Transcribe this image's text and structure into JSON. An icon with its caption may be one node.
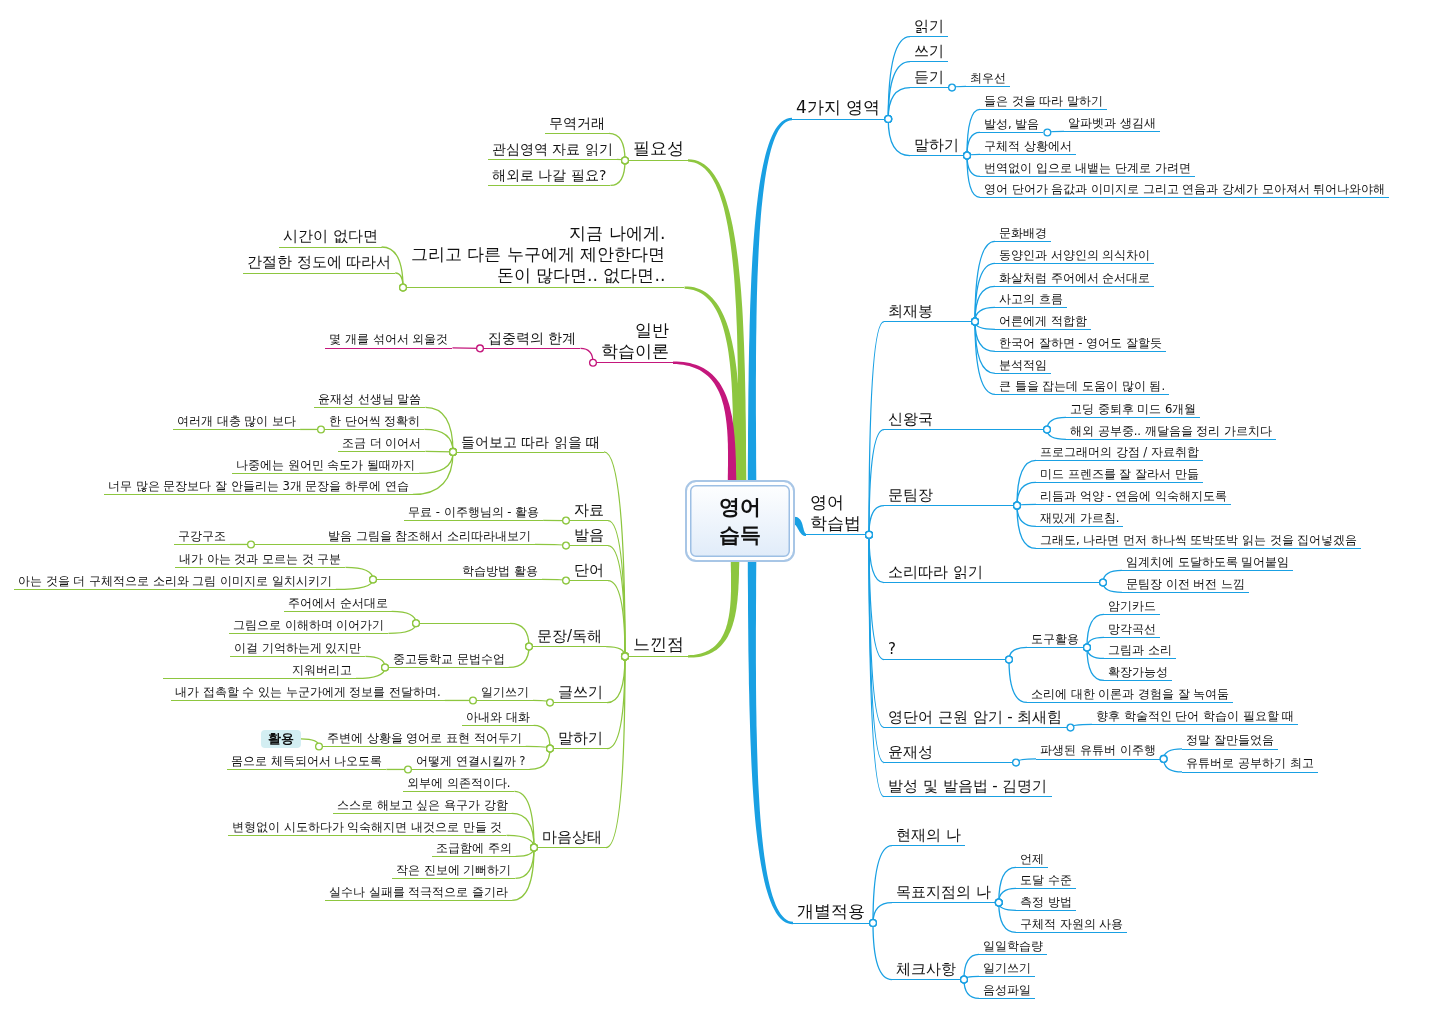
{
  "diagram": {
    "nodes": [
      {
        "text": [
          "영어 습득"
        ]
      },
      {
        "text": [
          "4가지 영역"
        ]
      },
      {
        "text": [
          "읽기"
        ]
      },
      {
        "text": [
          "쓰기"
        ]
      },
      {
        "text": [
          "듣기"
        ]
      },
      {
        "text": [
          "최우선"
        ]
      },
      {
        "text": [
          "말하기"
        ]
      },
      {
        "text": [
          "들은 것을 따라 말하기"
        ]
      },
      {
        "text": [
          "발성, 발음"
        ]
      },
      {
        "text": [
          "알파벳과 생김새"
        ]
      },
      {
        "text": [
          "구체적 상황에서"
        ]
      },
      {
        "text": [
          "번역없이 입으로 내뱉는 단계로 가려면"
        ]
      },
      {
        "text": [
          "영어 단어가 음값과 이미지로 그리고 연음과 강세가 모아져서 튀어나와야해"
        ]
      },
      {
        "text": [
          "영어 학습법"
        ]
      },
      {
        "text": [
          "최재봉"
        ]
      },
      {
        "text": [
          "문화배경"
        ]
      },
      {
        "text": [
          "동양인과 서양인의 의식차이"
        ]
      },
      {
        "text": [
          "화살처럼 주어에서 순서대로"
        ]
      },
      {
        "text": [
          "사고의 흐름"
        ]
      },
      {
        "text": [
          "어른에게 적합함"
        ]
      },
      {
        "text": [
          "한국어 잘하면 - 영어도 잘할듯"
        ]
      },
      {
        "text": [
          "분석적임"
        ]
      },
      {
        "text": [
          "큰 틀을 잡는데 도움이 많이 됨."
        ]
      },
      {
        "text": [
          "신왕국"
        ]
      },
      {
        "text": [
          "고딩 중퇴후 미드 6개월"
        ]
      },
      {
        "text": [
          "해외 공부중.. 깨달음을 정리 가르치다"
        ]
      },
      {
        "text": [
          "문팀장"
        ]
      },
      {
        "text": [
          "프로그래머의 강점 / 자료취합"
        ]
      },
      {
        "text": [
          "미드 프렌즈를 잘 잘라서 만듦"
        ]
      },
      {
        "text": [
          "리듬과 억양 - 연음에 익숙해지도록"
        ]
      },
      {
        "text": [
          "재밌게 가르침."
        ]
      },
      {
        "text": [
          "그래도, 나라면 먼저 하나씩 또박또박 읽는 것을 집어넣겠음"
        ]
      },
      {
        "text": [
          "소리따라 읽기"
        ]
      },
      {
        "text": [
          "임계치에 도달하도록 밀어붙임"
        ]
      },
      {
        "text": [
          "문팀장 이전 버전 느낌"
        ]
      },
      {
        "text": [
          "?"
        ]
      },
      {
        "text": [
          "도구활용"
        ]
      },
      {
        "text": [
          "암기카드"
        ]
      },
      {
        "text": [
          "망각곡선"
        ]
      },
      {
        "text": [
          "그림과 소리"
        ]
      },
      {
        "text": [
          "확장가능성"
        ]
      },
      {
        "text": [
          "소리에 대한 이론과 경험을 잘 녹여둠"
        ]
      },
      {
        "text": [
          "영단어 근원 암기 - 최새힘"
        ]
      },
      {
        "text": [
          "향후 학술적인 단어 학습이 필요할 때"
        ]
      },
      {
        "text": [
          "윤재성"
        ]
      },
      {
        "text": [
          "파생된 유튜버 이주행"
        ]
      },
      {
        "text": [
          "정말 잘만들었음"
        ]
      },
      {
        "text": [
          "유튜버로 공부하기 최고"
        ]
      },
      {
        "text": [
          "발성 및 발음법 - 김명기"
        ]
      },
      {
        "text": [
          "개별적용"
        ]
      },
      {
        "text": [
          "현재의 나"
        ]
      },
      {
        "text": [
          "목표지점의 나"
        ]
      },
      {
        "text": [
          "언제"
        ]
      },
      {
        "text": [
          "도달 수준"
        ]
      },
      {
        "text": [
          "측정 방법"
        ]
      },
      {
        "text": [
          "구체적 자원의 사용"
        ]
      },
      {
        "text": [
          "체크사항"
        ]
      },
      {
        "text": [
          "일일학습량"
        ]
      },
      {
        "text": [
          "일기쓰기"
        ]
      },
      {
        "text": [
          "음성파일"
        ]
      },
      {
        "text": [
          "필요성"
        ]
      },
      {
        "text": [
          "무역거래"
        ]
      },
      {
        "text": [
          "관심영역 자료 읽기"
        ]
      },
      {
        "text": [
          "해외로 나갈 필요?"
        ]
      },
      {
        "text": [
          "지금 나에게. 그리고 다른 누구에게 제안한다면 돈이 많다면.. 없다면.."
        ]
      },
      {
        "text": [
          "시간이 없다면"
        ]
      },
      {
        "text": [
          "간절한 정도에 따라서"
        ]
      },
      {
        "text": [
          "일반 학습이론"
        ]
      },
      {
        "text": [
          "집중력의 한계"
        ]
      },
      {
        "text": [
          "몇 개를 섞어서 외울것"
        ]
      },
      {
        "text": [
          "느낀점"
        ]
      },
      {
        "text": [
          "들어보고 따라 읽을 때"
        ]
      },
      {
        "text": [
          "윤재성 선생님 말씀"
        ]
      },
      {
        "text": [
          "한 단어씩 정확히"
        ]
      },
      {
        "text": [
          "여러개 대충 많이 보다"
        ]
      },
      {
        "text": [
          "조금 더 이어서"
        ]
      },
      {
        "text": [
          "나중에는 원어민 속도가 될때까지"
        ]
      },
      {
        "text": [
          "너무 많은 문장보다 잘 안들리는 3개 문장을 하루에 연습"
        ]
      },
      {
        "text": [
          "자료"
        ]
      },
      {
        "text": [
          "무료 - 이주행님의 - 활용"
        ]
      },
      {
        "text": [
          "발음"
        ]
      },
      {
        "text": [
          "발음 그림을 참조해서 소리따라내보기"
        ]
      },
      {
        "text": [
          "구강구조"
        ]
      },
      {
        "text": [
          "단어"
        ]
      },
      {
        "text": [
          "학습방법 활용"
        ]
      },
      {
        "text": [
          "내가 아는 것과 모르는 것 구분"
        ]
      },
      {
        "text": [
          "아는 것을 더 구체적으로 소리와 그림 이미지로 일치시키기"
        ]
      },
      {
        "text": [
          "문장/독해"
        ]
      },
      {
        "text": [],
        "shape": "line"
      },
      {
        "text": [
          "주어에서 순서대로"
        ]
      },
      {
        "text": [
          "그림으로 이해하며 이어가기"
        ]
      },
      {
        "text": [
          "중고등학교 문법수업"
        ]
      },
      {
        "text": [
          "이걸 기억하는게 있지만"
        ]
      },
      {
        "text": [
          "지워버리고"
        ]
      },
      {
        "text": [
          "글쓰기"
        ]
      },
      {
        "text": [
          "일기쓰기"
        ]
      },
      {
        "text": [
          "내가 접촉할 수 있는 누군가에게 정보를 전달하며."
        ]
      },
      {
        "text": [
          "말하기"
        ]
      },
      {
        "text": [
          "아내와 대화"
        ]
      },
      {
        "text": [
          "주변에 상황을 영어로 표현 적어두기"
        ]
      },
      {
        "text": [
          "활용"
        ]
      },
      {
        "text": [
          "어떻게 연결시킬까 ?"
        ]
      },
      {
        "text": [
          "몸으로 체득되어서 나오도록"
        ]
      },
      {
        "text": [
          "마음상태"
        ]
      },
      {
        "text": [
          "외부에 의존적이다."
        ]
      },
      {
        "text": [
          "스스로 해보고 싶은 욕구가 강함"
        ]
      },
      {
        "text": [
          "변형없이 시도하다가 익숙해지면 내것으로 만들 것"
        ]
      },
      {
        "text": [
          "조급함에 주의"
        ]
      },
      {
        "text": [
          "작은 진보에 기뻐하기"
        ]
      },
      {
        "text": [
          "실수나 실패를 적극적으로 즐기라"
        ]
      }
    ],
    "edges": [
      {
        "from": 0,
        "to": 1,
        "arrow": "none",
        "style": "thick"
      },
      {
        "from": 1,
        "to": 2,
        "arrow": "other"
      },
      {
        "from": 1,
        "to": 3,
        "arrow": "other"
      },
      {
        "from": 1,
        "to": 4,
        "arrow": "other"
      },
      {
        "from": 4,
        "to": 5,
        "arrow": "other"
      },
      {
        "from": 1,
        "to": 6,
        "arrow": "other"
      },
      {
        "from": 6,
        "to": 7,
        "arrow": "other"
      },
      {
        "from": 6,
        "to": 8,
        "arrow": "other"
      },
      {
        "from": 8,
        "to": 9,
        "arrow": "other"
      },
      {
        "from": 6,
        "to": 10,
        "arrow": "other"
      },
      {
        "from": 6,
        "to": 11,
        "arrow": "other"
      },
      {
        "from": 6,
        "to": 12,
        "arrow": "other"
      },
      {
        "from": 0,
        "to": 13,
        "arrow": "none",
        "style": "thick"
      },
      {
        "from": 13,
        "to": 14,
        "arrow": "other"
      },
      {
        "from": 14,
        "to": 15,
        "arrow": "other"
      },
      {
        "from": 14,
        "to": 16,
        "arrow": "other"
      },
      {
        "from": 14,
        "to": 17,
        "arrow": "other"
      },
      {
        "from": 14,
        "to": 18,
        "arrow": "other"
      },
      {
        "from": 14,
        "to": 19,
        "arrow": "other"
      },
      {
        "from": 14,
        "to": 20,
        "arrow": "other"
      },
      {
        "from": 14,
        "to": 21,
        "arrow": "other"
      },
      {
        "from": 14,
        "to": 22,
        "arrow": "other"
      },
      {
        "from": 13,
        "to": 23,
        "arrow": "other"
      },
      {
        "from": 23,
        "to": 24,
        "arrow": "other"
      },
      {
        "from": 23,
        "to": 25,
        "arrow": "other"
      },
      {
        "from": 13,
        "to": 26,
        "arrow": "other"
      },
      {
        "from": 26,
        "to": 27,
        "arrow": "other"
      },
      {
        "from": 26,
        "to": 28,
        "arrow": "other"
      },
      {
        "from": 26,
        "to": 29,
        "arrow": "other"
      },
      {
        "from": 26,
        "to": 30,
        "arrow": "other"
      },
      {
        "from": 26,
        "to": 31,
        "arrow": "other"
      },
      {
        "from": 13,
        "to": 32,
        "arrow": "other"
      },
      {
        "from": 32,
        "to": 33,
        "arrow": "other"
      },
      {
        "from": 32,
        "to": 34,
        "arrow": "other"
      },
      {
        "from": 13,
        "to": 35,
        "arrow": "other"
      },
      {
        "from": 35,
        "to": 36,
        "arrow": "other"
      },
      {
        "from": 36,
        "to": 37,
        "arrow": "other"
      },
      {
        "from": 36,
        "to": 38,
        "arrow": "other"
      },
      {
        "from": 36,
        "to": 39,
        "arrow": "other"
      },
      {
        "from": 36,
        "to": 40,
        "arrow": "other"
      },
      {
        "from": 35,
        "to": 41,
        "arrow": "other"
      },
      {
        "from": 13,
        "to": 42,
        "arrow": "other"
      },
      {
        "from": 42,
        "to": 43,
        "arrow": "other"
      },
      {
        "from": 13,
        "to": 44,
        "arrow": "other"
      },
      {
        "from": 44,
        "to": 45,
        "arrow": "other"
      },
      {
        "from": 45,
        "to": 46,
        "arrow": "other"
      },
      {
        "from": 45,
        "to": 47,
        "arrow": "other"
      },
      {
        "from": 13,
        "to": 48,
        "arrow": "other"
      },
      {
        "from": 0,
        "to": 49,
        "arrow": "none",
        "style": "thick"
      },
      {
        "from": 49,
        "to": 50,
        "arrow": "other"
      },
      {
        "from": 49,
        "to": 51,
        "arrow": "other"
      },
      {
        "from": 51,
        "to": 52,
        "arrow": "other"
      },
      {
        "from": 51,
        "to": 53,
        "arrow": "other"
      },
      {
        "from": 51,
        "to": 54,
        "arrow": "other"
      },
      {
        "from": 51,
        "to": 55,
        "arrow": "other"
      },
      {
        "from": 49,
        "to": 56,
        "arrow": "other"
      },
      {
        "from": 56,
        "to": 57,
        "arrow": "other"
      },
      {
        "from": 56,
        "to": 58,
        "arrow": "other"
      },
      {
        "from": 56,
        "to": 59,
        "arrow": "other"
      },
      {
        "from": 0,
        "to": 60,
        "arrow": "none",
        "style": "thick",
        "color": "#8dc63f"
      },
      {
        "from": 60,
        "to": 61,
        "arrow": "other",
        "color": "#8dc63f"
      },
      {
        "from": 60,
        "to": 62,
        "arrow": "other",
        "color": "#8dc63f"
      },
      {
        "from": 60,
        "to": 63,
        "arrow": "other",
        "color": "#8dc63f"
      },
      {
        "from": 0,
        "to": 64,
        "arrow": "none",
        "style": "thick",
        "color": "#8dc63f"
      },
      {
        "from": 64,
        "to": 65,
        "arrow": "other",
        "color": "#8dc63f"
      },
      {
        "from": 64,
        "to": 66,
        "arrow": "other",
        "color": "#8dc63f"
      },
      {
        "from": 0,
        "to": 67,
        "arrow": "none",
        "style": "thick",
        "color": "#c4177c"
      },
      {
        "from": 67,
        "to": 68,
        "arrow": "other",
        "color": "#c4177c"
      },
      {
        "from": 68,
        "to": 69,
        "arrow": "other",
        "color": "#c4177c"
      },
      {
        "from": 0,
        "to": 70,
        "arrow": "none",
        "style": "thick",
        "color": "#8dc63f"
      },
      {
        "from": 70,
        "to": 71,
        "arrow": "other",
        "color": "#8dc63f"
      },
      {
        "from": 71,
        "to": 72,
        "arrow": "other",
        "color": "#8dc63f"
      },
      {
        "from": 71,
        "to": 73,
        "arrow": "other",
        "color": "#8dc63f"
      },
      {
        "from": 73,
        "to": 74,
        "arrow": "other",
        "color": "#8dc63f"
      },
      {
        "from": 71,
        "to": 75,
        "arrow": "other",
        "color": "#8dc63f"
      },
      {
        "from": 71,
        "to": 76,
        "arrow": "other",
        "color": "#8dc63f"
      },
      {
        "from": 71,
        "to": 77,
        "arrow": "other",
        "color": "#8dc63f"
      },
      {
        "from": 70,
        "to": 78,
        "arrow": "other",
        "color": "#8dc63f"
      },
      {
        "from": 78,
        "to": 79,
        "arrow": "other",
        "color": "#8dc63f"
      },
      {
        "from": 70,
        "to": 80,
        "arrow": "other",
        "color": "#8dc63f"
      },
      {
        "from": 80,
        "to": 81,
        "arrow": "other",
        "color": "#8dc63f"
      },
      {
        "from": 81,
        "to": 82,
        "arrow": "other",
        "color": "#8dc63f"
      },
      {
        "from": 70,
        "to": 83,
        "arrow": "other",
        "color": "#8dc63f"
      },
      {
        "from": 83,
        "to": 84,
        "arrow": "other",
        "color": "#8dc63f"
      },
      {
        "from": 84,
        "to": 85,
        "arrow": "other",
        "color": "#8dc63f"
      },
      {
        "from": 84,
        "to": 86,
        "arrow": "other",
        "color": "#8dc63f"
      },
      {
        "from": 70,
        "to": 87,
        "arrow": "other",
        "color": "#8dc63f"
      },
      {
        "from": 87,
        "to": 88,
        "arrow": "other",
        "color": "#8dc63f"
      },
      {
        "from": 88,
        "to": 89,
        "arrow": "other",
        "color": "#8dc63f"
      },
      {
        "from": 88,
        "to": 90,
        "arrow": "other",
        "color": "#8dc63f"
      },
      {
        "from": 87,
        "to": 91,
        "arrow": "other",
        "color": "#8dc63f"
      },
      {
        "from": 91,
        "to": 92,
        "arrow": "other",
        "color": "#8dc63f"
      },
      {
        "from": 91,
        "to": 93,
        "arrow": "other",
        "color": "#8dc63f"
      },
      {
        "from": 70,
        "to": 94,
        "arrow": "other",
        "color": "#8dc63f"
      },
      {
        "from": 94,
        "to": 95,
        "arrow": "other",
        "color": "#8dc63f"
      },
      {
        "from": 95,
        "to": 96,
        "arrow": "other",
        "color": "#8dc63f"
      },
      {
        "from": 70,
        "to": 97,
        "arrow": "other",
        "color": "#8dc63f"
      },
      {
        "from": 97,
        "to": 98,
        "arrow": "other",
        "color": "#8dc63f"
      },
      {
        "from": 97,
        "to": 99,
        "arrow": "other",
        "color": "#8dc63f"
      },
      {
        "from": 99,
        "to": 100,
        "arrow": "other",
        "color": "#8dc63f"
      },
      {
        "from": 97,
        "to": 101,
        "arrow": "other",
        "color": "#8dc63f"
      },
      {
        "from": 101,
        "to": 102,
        "arrow": "other",
        "color": "#8dc63f"
      },
      {
        "from": 70,
        "to": 103,
        "arrow": "other",
        "color": "#8dc63f"
      },
      {
        "from": 103,
        "to": 104,
        "arrow": "other",
        "color": "#8dc63f"
      },
      {
        "from": 103,
        "to": 105,
        "arrow": "other",
        "color": "#8dc63f"
      },
      {
        "from": 103,
        "to": 106,
        "arrow": "other",
        "color": "#8dc63f"
      },
      {
        "from": 103,
        "to": 107,
        "arrow": "other",
        "color": "#8dc63f"
      },
      {
        "from": 103,
        "to": 108,
        "arrow": "other",
        "color": "#8dc63f"
      },
      {
        "from": 103,
        "to": 109,
        "arrow": "other",
        "color": "#8dc63f"
      }
    ]
  }
}
